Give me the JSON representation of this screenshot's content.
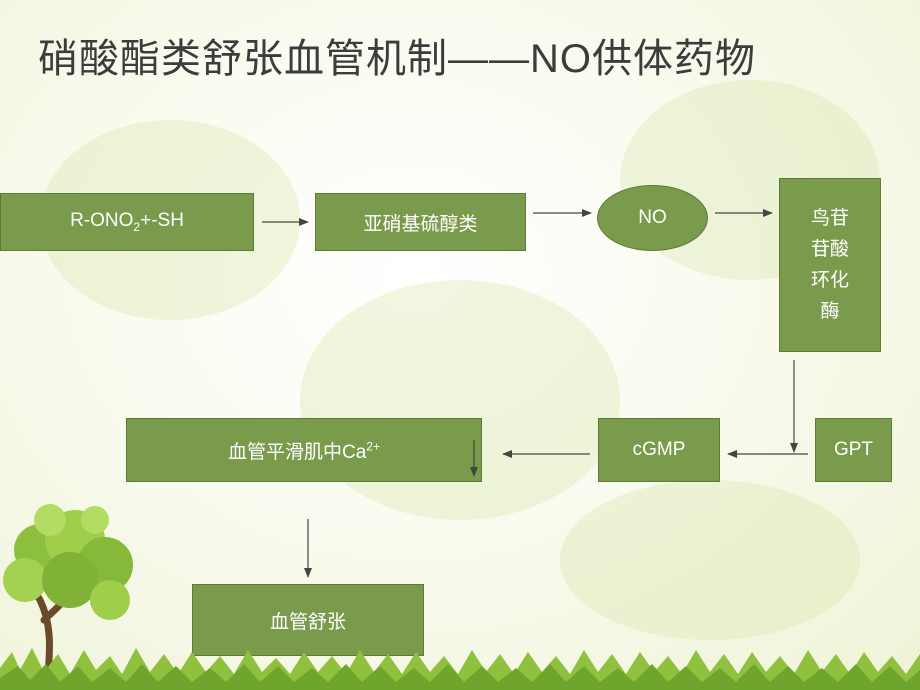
{
  "title": "硝酸酯类舒张血管机制——NO供体药物",
  "nodes": {
    "r_ono2": {
      "main": "R-ONO",
      "sub": "2",
      "rest": "+-SH"
    },
    "nitrosothiol": "亚硝基硫醇类",
    "no": "NO",
    "guanylate_cyclase": [
      "鸟苷",
      "苷酸",
      "环化",
      "酶"
    ],
    "gpt": "GPT",
    "cgmp": "cGMP",
    "calcium": {
      "main": "血管平滑肌中Ca",
      "sup": "2+"
    },
    "vasodilation": "血管舒张"
  },
  "colors": {
    "box_fill": "#7a9a4c",
    "box_border": "#5d7a36",
    "arrow": "#444444"
  }
}
